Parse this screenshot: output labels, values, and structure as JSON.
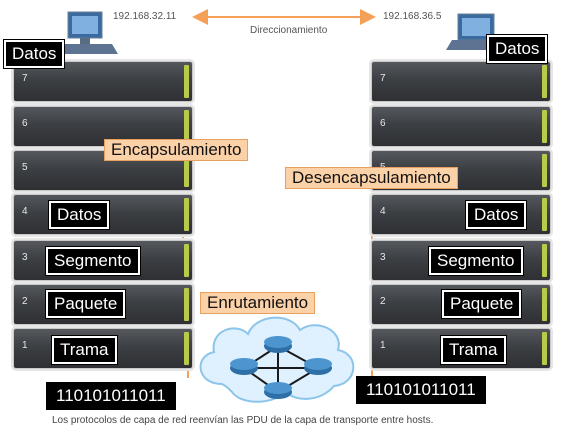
{
  "hosts": {
    "source_ip": "192.168.32.11",
    "dest_ip": "192.168.36.5",
    "link_label": "Direccionamiento"
  },
  "layers": [
    "7",
    "6",
    "5",
    "4",
    "3",
    "2",
    "1"
  ],
  "left_labels": {
    "datos_top": "Datos",
    "datos": "Datos",
    "segmento": "Segmento",
    "paquete": "Paquete",
    "trama": "Trama"
  },
  "right_labels": {
    "datos_top": "Datos",
    "datos": "Datos",
    "segmento": "Segmento",
    "paquete": "Paquete",
    "trama": "Trama"
  },
  "process_labels": {
    "encapsulation": "Encapsulamiento",
    "decapsulation": "Desencapsulamiento",
    "routing": "Enrutamiento"
  },
  "bits": {
    "left": "110101011011",
    "right": "110101011011"
  },
  "caption": "Los protocolos de capa de red reenvían las PDU de la capa de transporte entre hosts.",
  "colors": {
    "accent_orange": "#f4a058",
    "pink_arrow": "#e0358a",
    "layer_bar": "#b9c949"
  }
}
